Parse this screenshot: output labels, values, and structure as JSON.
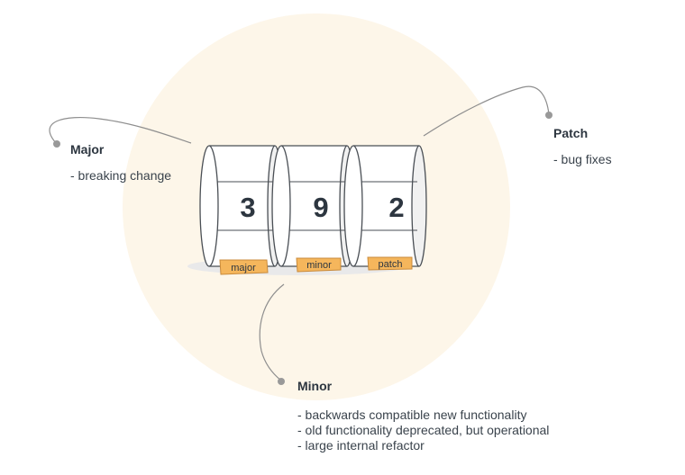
{
  "version": {
    "major_digit": "3",
    "minor_digit": "9",
    "patch_digit": "2"
  },
  "tags": {
    "major": "major",
    "minor": "minor",
    "patch": "patch"
  },
  "callouts": {
    "major": {
      "title": "Major",
      "items": [
        "- breaking change"
      ]
    },
    "patch": {
      "title": "Patch",
      "items": [
        "- bug fixes"
      ]
    },
    "minor": {
      "title": "Minor",
      "items": [
        "- backwards compatible new functionality",
        "- old functionality deprecated, but operational",
        "- large internal refactor"
      ]
    }
  },
  "colors": {
    "background_circle": "#fdf6e9",
    "tag_fill": "#f5b65c",
    "tag_stroke": "#c98a3a",
    "line": "#8e8e8e",
    "dot": "#999999",
    "outline": "#4a4f55"
  }
}
